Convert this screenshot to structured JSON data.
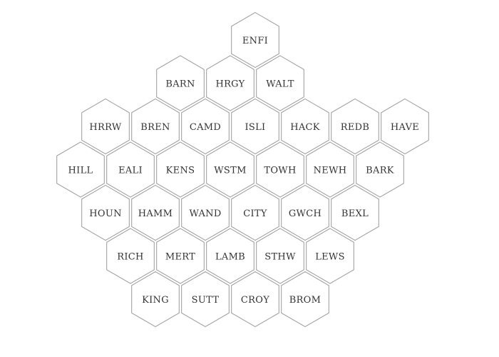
{
  "colors": {
    "hex_fill": "#ffffff",
    "hex_stroke": "#9a9a9a",
    "label": "#333333"
  },
  "map": {
    "rows": [
      [
        "ENFI"
      ],
      [
        "BARN",
        "HRGY",
        "WALT"
      ],
      [
        "HRRW",
        "BREN",
        "CAMD",
        "ISLI",
        "HACK",
        "REDB",
        "HAVE"
      ],
      [
        "HILL",
        "EALI",
        "KENS",
        "WSTM",
        "TOWH",
        "NEWH",
        "BARK"
      ],
      [
        "HOUN",
        "HAMM",
        "WAND",
        "CITY",
        "GWCH",
        "BEXL"
      ],
      [
        "RICH",
        "MERT",
        "LAMB",
        "STHW",
        "LEWS"
      ],
      [
        "KING",
        "SUTT",
        "CROY",
        "BROM"
      ]
    ]
  }
}
